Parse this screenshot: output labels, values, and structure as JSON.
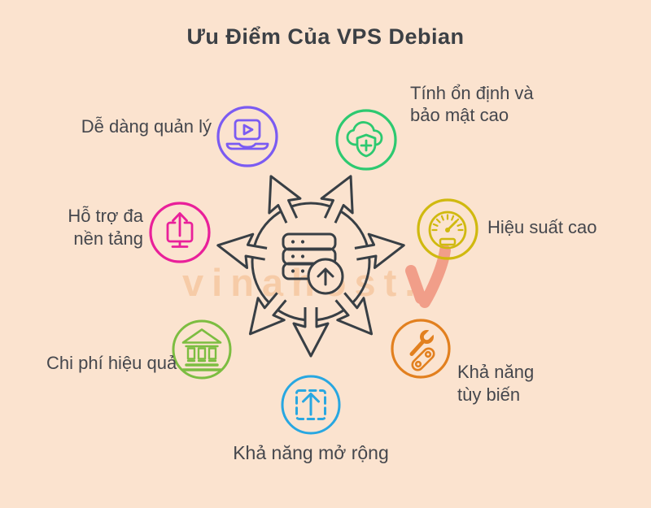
{
  "title": {
    "text": "Ưu Điểm Của VPS Debian"
  },
  "theme": {
    "background": "#fbe3cf",
    "outline": "#383f45",
    "text": "#45474d",
    "title_text": "#3c4045"
  },
  "watermark": {
    "text": "vinahost.",
    "text_color": "#ee9d57",
    "logo": "v-checkmark",
    "logo_color": "#ef8e78"
  },
  "center_hub": {
    "icon": "server-upload-icon",
    "arrow_count": 7,
    "outline_color": "#383f45"
  },
  "items": [
    {
      "position": "top-left",
      "label": "Dễ dàng quản lý",
      "lines": [
        "Dễ dàng quản lý"
      ],
      "icon": "laptop-play-icon",
      "color": "#7b5bf2"
    },
    {
      "position": "top-right",
      "label": "Tính ổn định và bảo mật cao",
      "lines": [
        "Tính ổn định và",
        "bảo mật cao"
      ],
      "icon": "cloud-shield-plus-icon",
      "color": "#2dc970"
    },
    {
      "position": "mid-left",
      "label": "Hỗ trợ đa nền tảng",
      "lines": [
        "Hỗ trợ đa",
        "nền tảng"
      ],
      "icon": "monitor-upload-icon",
      "color": "#e9209a"
    },
    {
      "position": "mid-right",
      "label": "Hiệu suất cao",
      "lines": [
        "Hiệu suất cao"
      ],
      "icon": "speedometer-icon",
      "color": "#d0b90f"
    },
    {
      "position": "bottom-left",
      "label": "Chi phí hiệu quả",
      "lines": [
        "Chi phí hiệu quả"
      ],
      "icon": "bank-icon",
      "color": "#7cbd41"
    },
    {
      "position": "bottom-right",
      "label": "Khả năng tùy biến",
      "lines": [
        "Khả năng",
        "tùy biến"
      ],
      "icon": "tools-icon",
      "color": "#e2801f"
    },
    {
      "position": "bottom-center",
      "label": "Khả năng mở rộng",
      "lines": [
        "Khả năng mở rộng"
      ],
      "icon": "expand-arrow-icon",
      "color": "#28a7e1"
    }
  ]
}
